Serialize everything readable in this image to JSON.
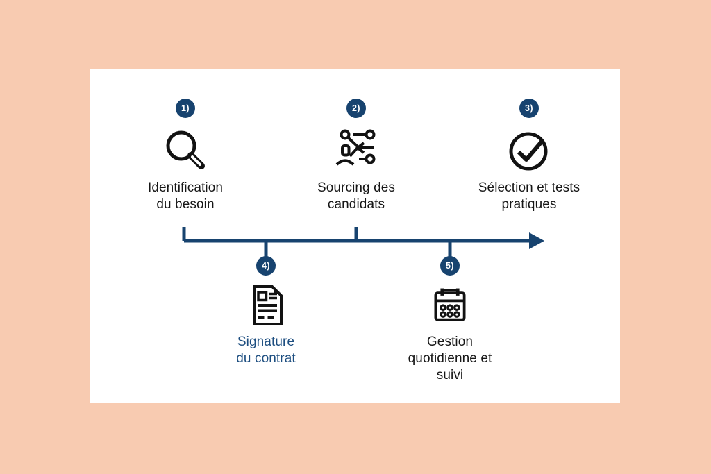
{
  "page": {
    "background_color": "#f8cbb1",
    "card_color": "#ffffff",
    "accent_navy": "#17436f",
    "signature_text_color": "#1d4e80",
    "label_text_color": "#161616"
  },
  "timeline": {
    "direction": "left-to-right",
    "color": "#17436f"
  },
  "steps": [
    {
      "badge": "1)",
      "icon": "magnifier-icon",
      "label": "Identification\ndu besoin",
      "row": "top"
    },
    {
      "badge": "2)",
      "icon": "sourcing-network-icon",
      "label": "Sourcing des\ncandidats",
      "row": "top"
    },
    {
      "badge": "3)",
      "icon": "check-circle-icon",
      "label": "Sélection et tests\npratiques",
      "row": "top"
    },
    {
      "badge": "4)",
      "icon": "contract-document-icon",
      "label": "Signature\ndu contrat",
      "row": "bottom"
    },
    {
      "badge": "5)",
      "icon": "calendar-icon",
      "label": "Gestion\nquotidienne et\nsuivi",
      "row": "bottom"
    }
  ]
}
